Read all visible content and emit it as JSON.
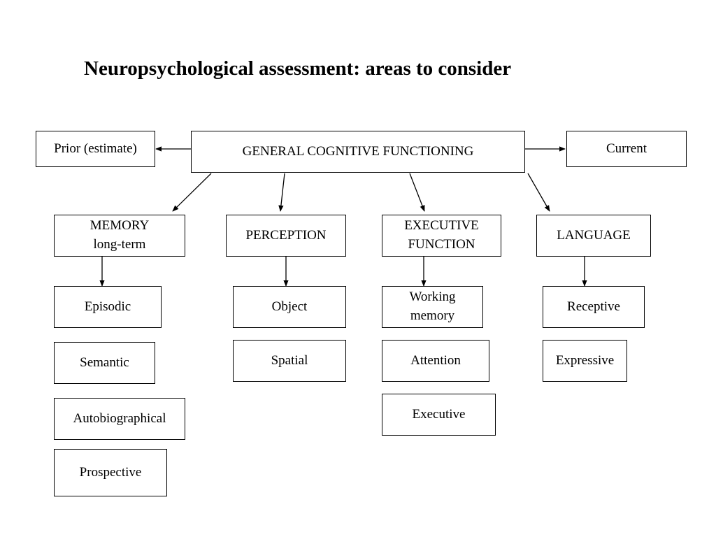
{
  "title": "Neuropsychological assessment: areas to consider",
  "nodes": {
    "general": "GENERAL COGNITIVE FUNCTIONING",
    "prior": "Prior (estimate)",
    "current": "Current",
    "memory": "MEMORY\nlong-term",
    "perception": "PERCEPTION",
    "executive_function": "EXECUTIVE\nFUNCTION",
    "language": "LANGUAGE",
    "episodic": "Episodic",
    "semantic": "Semantic",
    "autobiographical": "Autobiographical",
    "prospective": "Prospective",
    "object": "Object",
    "spatial": "Spatial",
    "working_memory": "Working\nmemory",
    "attention": "Attention",
    "executive": "Executive",
    "receptive": "Receptive",
    "expressive": "Expressive"
  }
}
